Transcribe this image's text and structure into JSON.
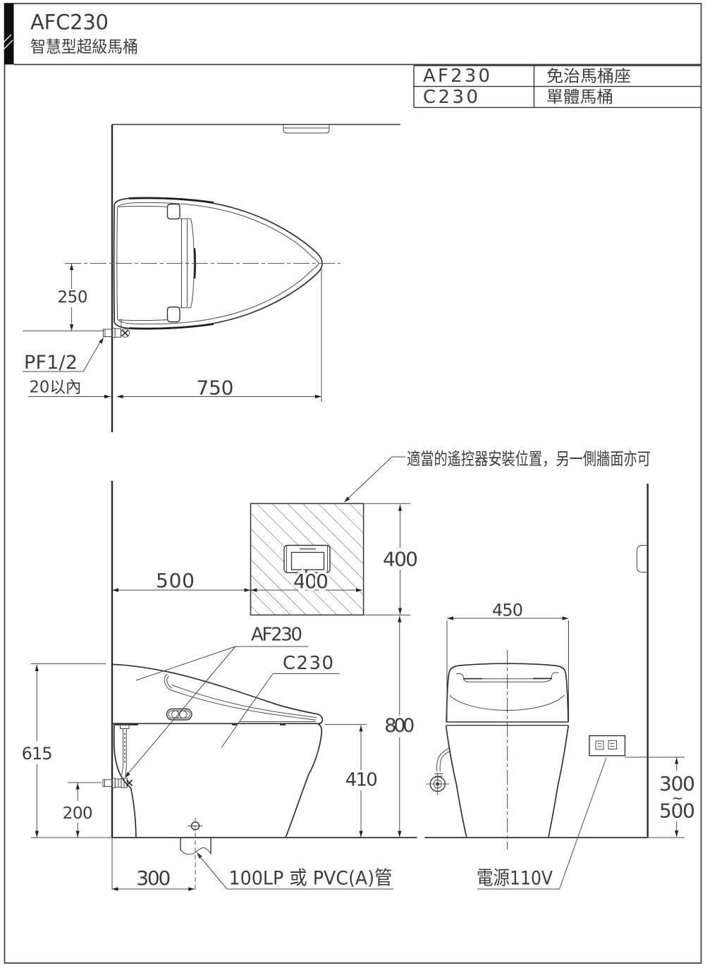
{
  "title_block": {
    "model": "AFC230",
    "subtitle": "智慧型超級馬桶"
  },
  "parts_table": {
    "rows": [
      {
        "code": "AF230",
        "name": "免治馬桶座"
      },
      {
        "code": "C230",
        "name": "單體馬桶"
      }
    ]
  },
  "plan_view": {
    "dim_center_to_edge": "250",
    "dim_depth": "750",
    "wall_clearance": "20以內",
    "water_inlet": "PF1/2"
  },
  "remote_zone": {
    "note": "適當的遙控器安裝位置，另一側牆面亦可",
    "dim_width": "400",
    "dim_height": "400",
    "dim_wall_offset": "500",
    "dim_floor_offset": "800"
  },
  "side_view": {
    "label_seat": "AF230",
    "label_bowl": "C230",
    "dim_total_height": "615",
    "dim_inlet_height": "200",
    "dim_rim_height": "410",
    "dim_drain_offset": "300",
    "drain_note": "100LP 或 PVC(A)管"
  },
  "front_view": {
    "dim_width": "450",
    "dim_socket_min": "300",
    "dim_socket_range_tilde": "~",
    "dim_socket_max": "500",
    "power_note": "電源110V"
  }
}
